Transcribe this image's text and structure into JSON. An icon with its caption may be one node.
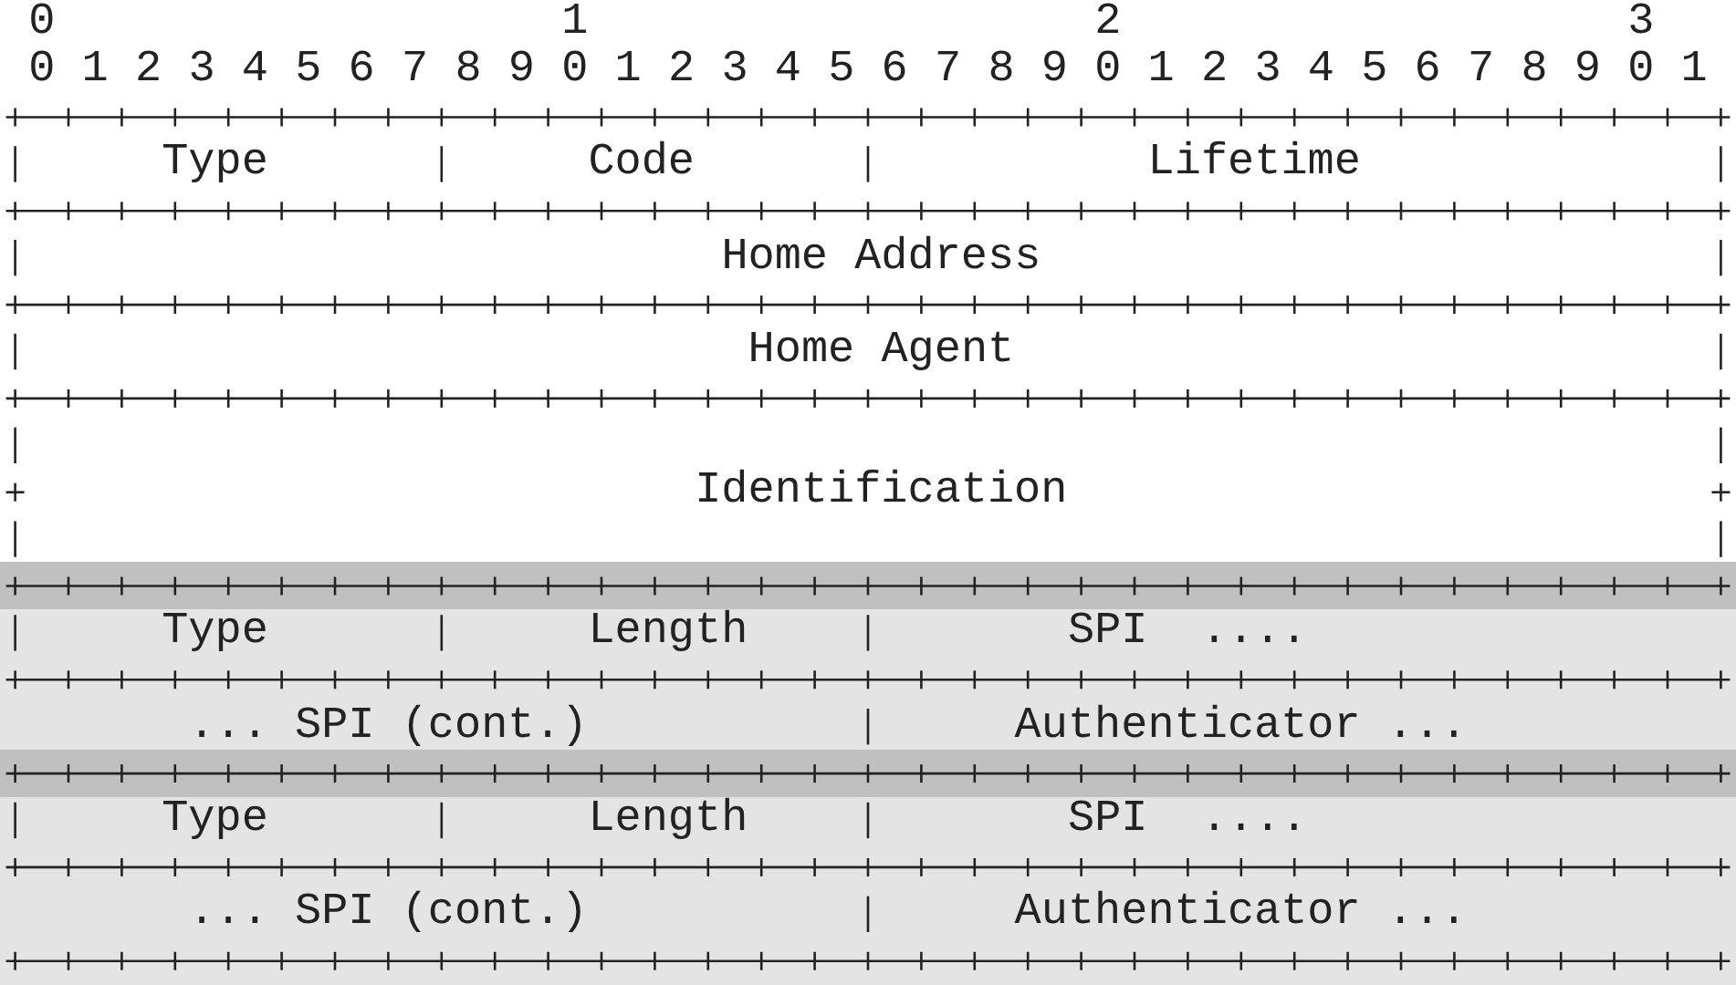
{
  "diagram": {
    "nodes": [
      {
        "text": [
          "Type"
        ]
      },
      {
        "text": [
          "Code"
        ]
      },
      {
        "text": [
          "Lifetime"
        ]
      },
      {
        "text": [
          "Home Address"
        ]
      },
      {
        "text": [
          "Home Agent"
        ]
      },
      {
        "text": [
          "Identification"
        ]
      },
      {
        "text": [
          "Type"
        ]
      },
      {
        "text": [
          "Length"
        ]
      },
      {
        "text": [
          "SPI  ...."
        ]
      },
      {
        "text": [
          "... SPI (cont.)"
        ]
      },
      {
        "text": [
          "Authenticator ..."
        ]
      },
      {
        "text": [
          "Type"
        ]
      },
      {
        "text": [
          "Length"
        ]
      },
      {
        "text": [
          "SPI  ...."
        ]
      },
      {
        "text": [
          "... SPI (cont.)"
        ]
      },
      {
        "text": [
          "Authenticator ..."
        ]
      }
    ],
    "edges": [],
    "labels": [
      "0",
      "1",
      "2",
      "3",
      "0",
      "1",
      "2",
      "3",
      "4",
      "5",
      "6",
      "7",
      "8",
      "9",
      "0",
      "1",
      "2",
      "3",
      "4",
      "5",
      "6",
      "7",
      "8",
      "9",
      "0",
      "1",
      "2",
      "3",
      "4",
      "5",
      "6",
      "7",
      "8",
      "9",
      "0",
      "1"
    ]
  }
}
